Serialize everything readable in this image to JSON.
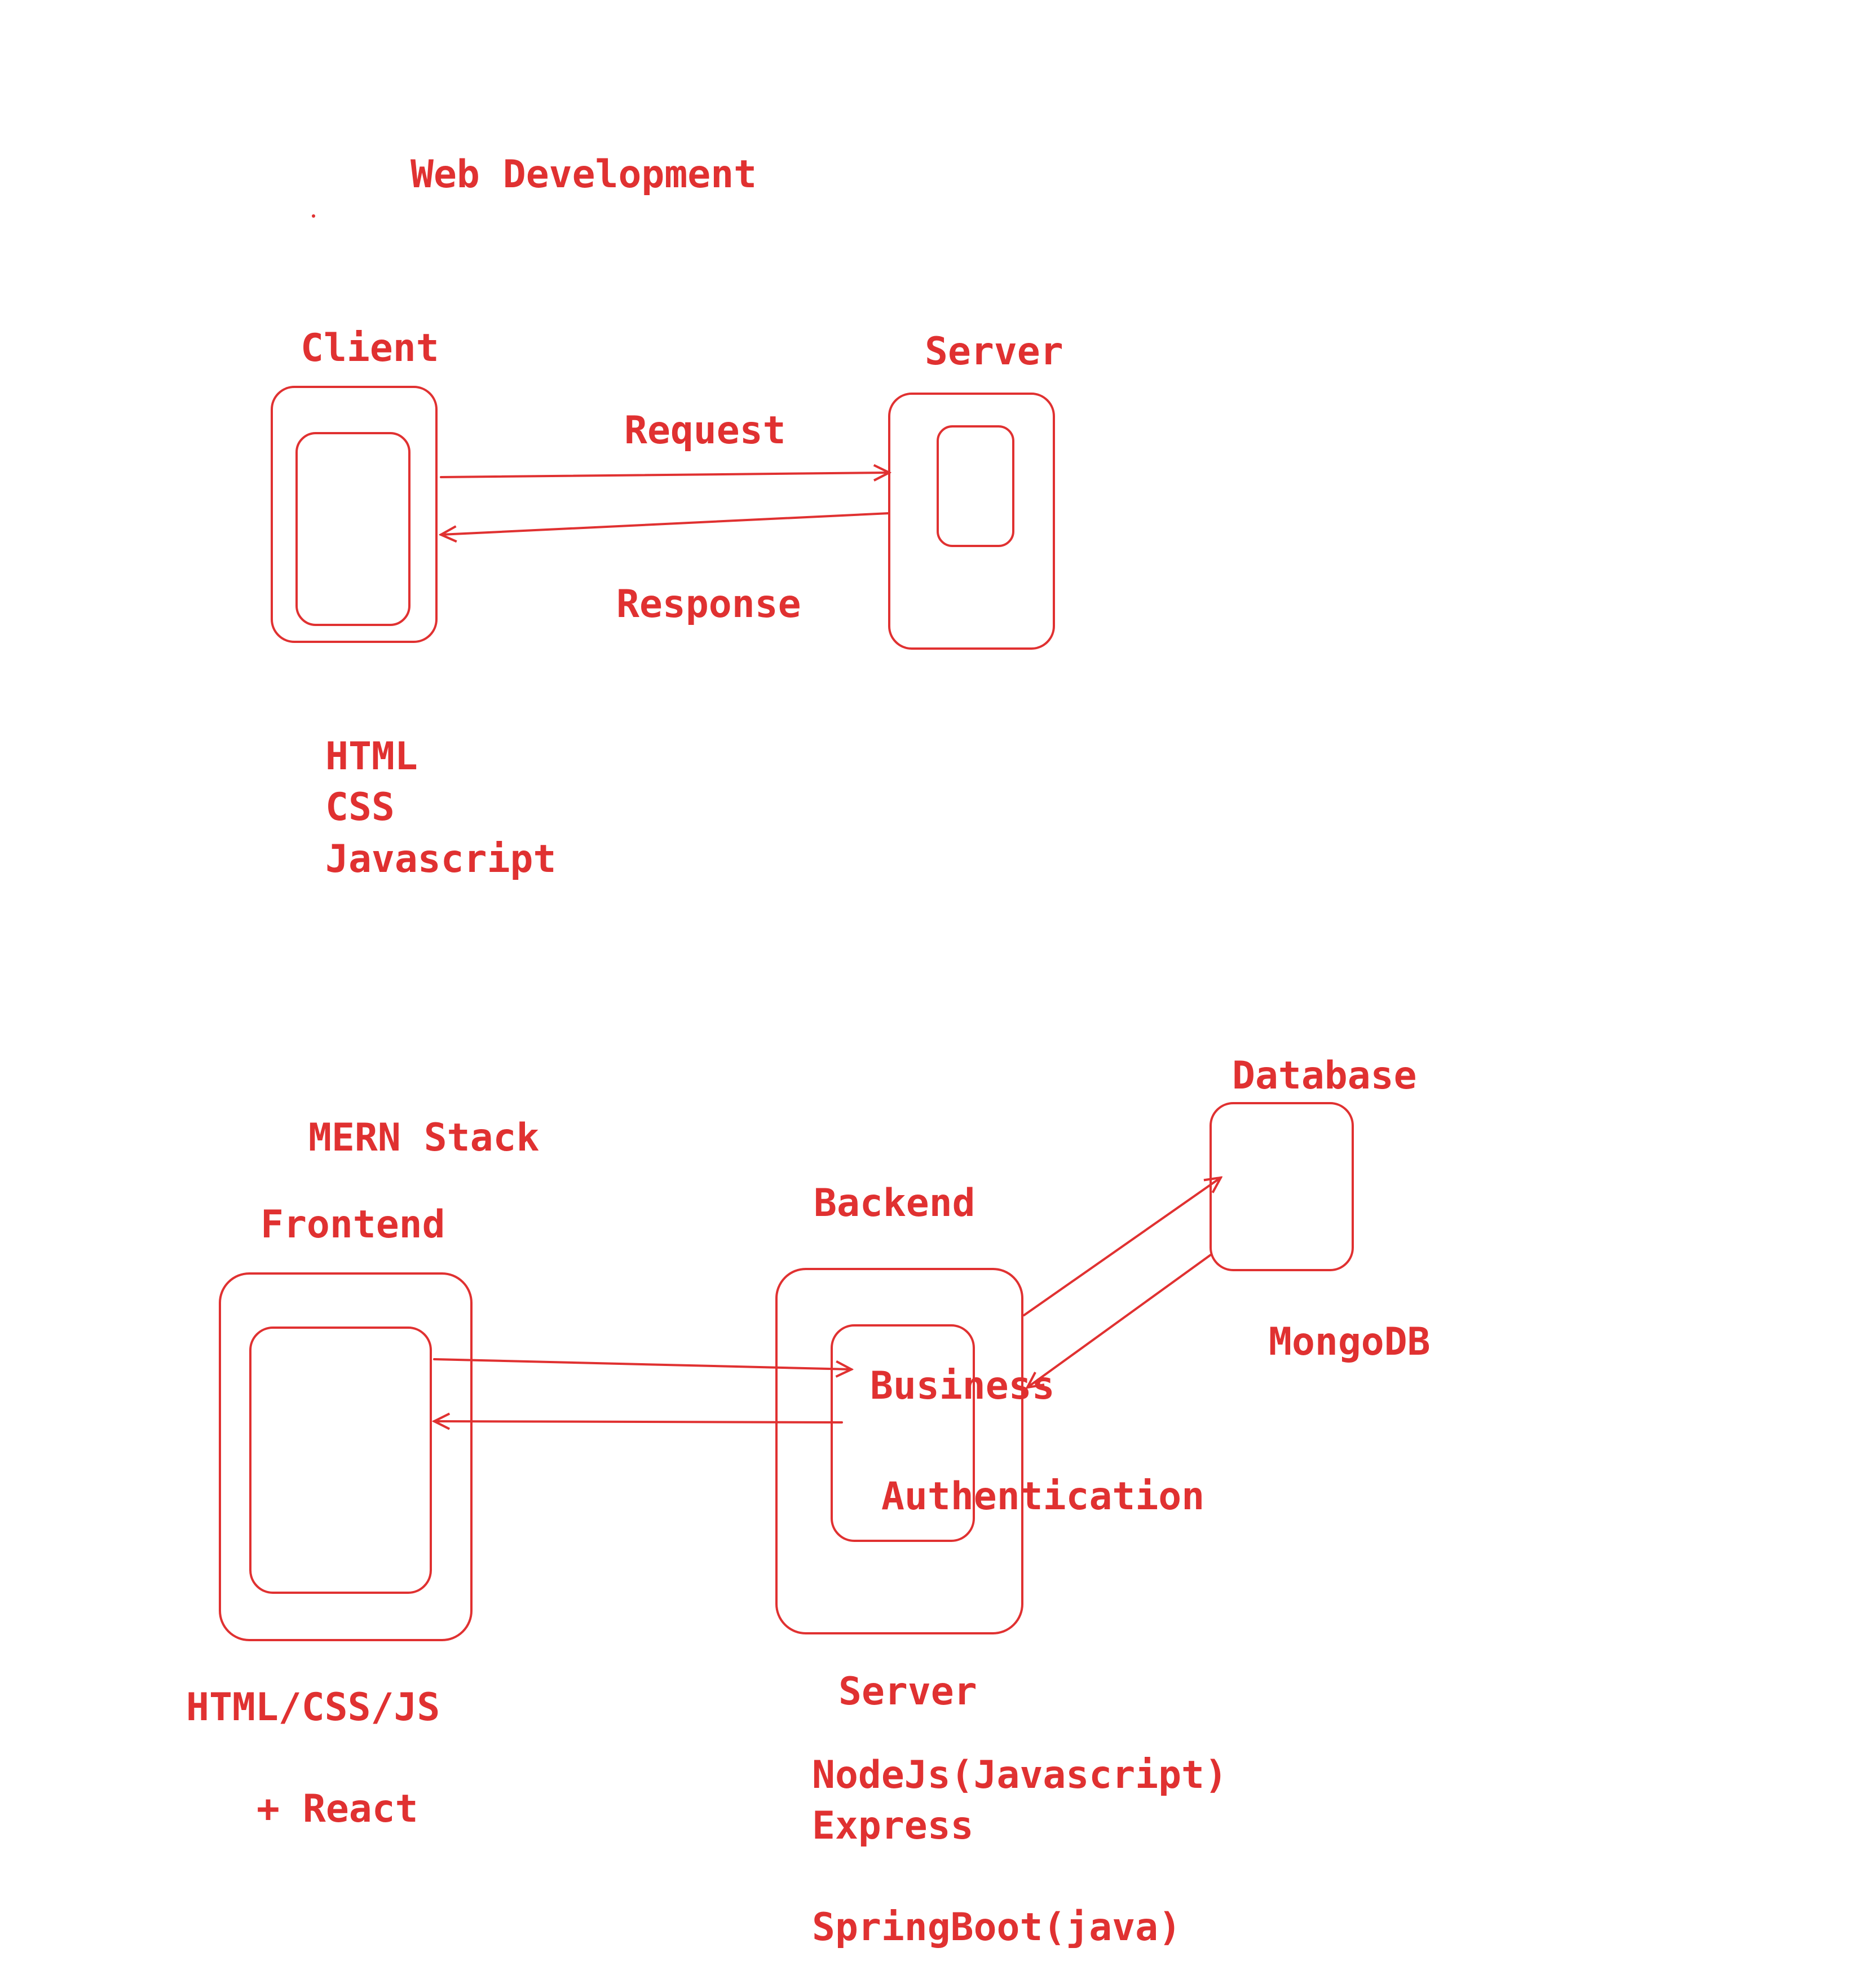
{
  "colors": {
    "ink": "#e03131",
    "background": "#ffffff"
  },
  "title": "Web Development",
  "diagram1": {
    "client_label": "Client",
    "server_label": "Server",
    "request_label": "Request",
    "response_label": "Response",
    "tech": [
      "HTML",
      "CSS",
      "Javascript"
    ]
  },
  "diagram2": {
    "section_title": "MERN Stack",
    "frontend_label": "Frontend",
    "backend_label": "Backend",
    "database_label": "Database",
    "business_label": "Business",
    "auth_label": "Authentication",
    "db_tech": "MongoDB",
    "frontend_tech": "HTML/CSS/JS",
    "frontend_extra": "+ React",
    "server_label": "Server",
    "server_tech": [
      "NodeJs(Javascript)",
      "Express",
      "SpringBoot(java)"
    ]
  }
}
